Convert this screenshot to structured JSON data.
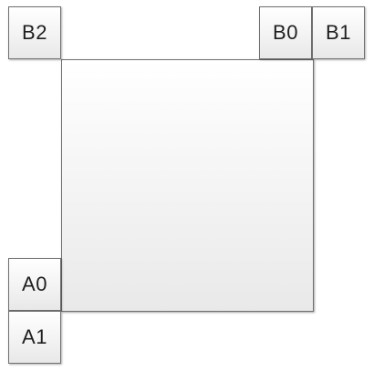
{
  "diagram": {
    "blocks": {
      "b2": {
        "label": "B2"
      },
      "b0": {
        "label": "B0"
      },
      "b1": {
        "label": "B1"
      },
      "a0": {
        "label": "A0"
      },
      "a1": {
        "label": "A1"
      }
    }
  }
}
